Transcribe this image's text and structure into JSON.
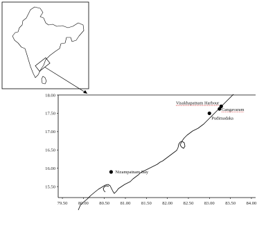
{
  "inset_map": {
    "region": "India",
    "highlight": "Andhra Pradesh coastline (study area)"
  },
  "main_map": {
    "x_ticks": [
      "79.50",
      "80.00",
      "80.50",
      "81.00",
      "81.50",
      "82.00",
      "82.50",
      "83.00",
      "83.50",
      "84.00"
    ],
    "y_ticks": [
      "18.00",
      "17.50",
      "17.00",
      "16.50",
      "16.00",
      "15.50"
    ],
    "x_range": [
      79.4,
      84.1
    ],
    "y_range": [
      15.2,
      18.0
    ],
    "sites": [
      {
        "label": "Visakhapatnam Harbour",
        "lon": 83.28,
        "lat": 17.69,
        "underline": true
      },
      {
        "label": "Gangavaram",
        "lon": 83.24,
        "lat": 17.62,
        "underline": true
      },
      {
        "label": "Pudimadaka",
        "lon": 83.0,
        "lat": 17.5,
        "underline": false
      },
      {
        "label": "Nizampatnam Bay",
        "lon": 80.66,
        "lat": 15.9,
        "underline": false
      }
    ],
    "colors": {
      "coastline": "#000000",
      "marker": "#000000",
      "spellcheck_underline": "#d02020"
    }
  }
}
